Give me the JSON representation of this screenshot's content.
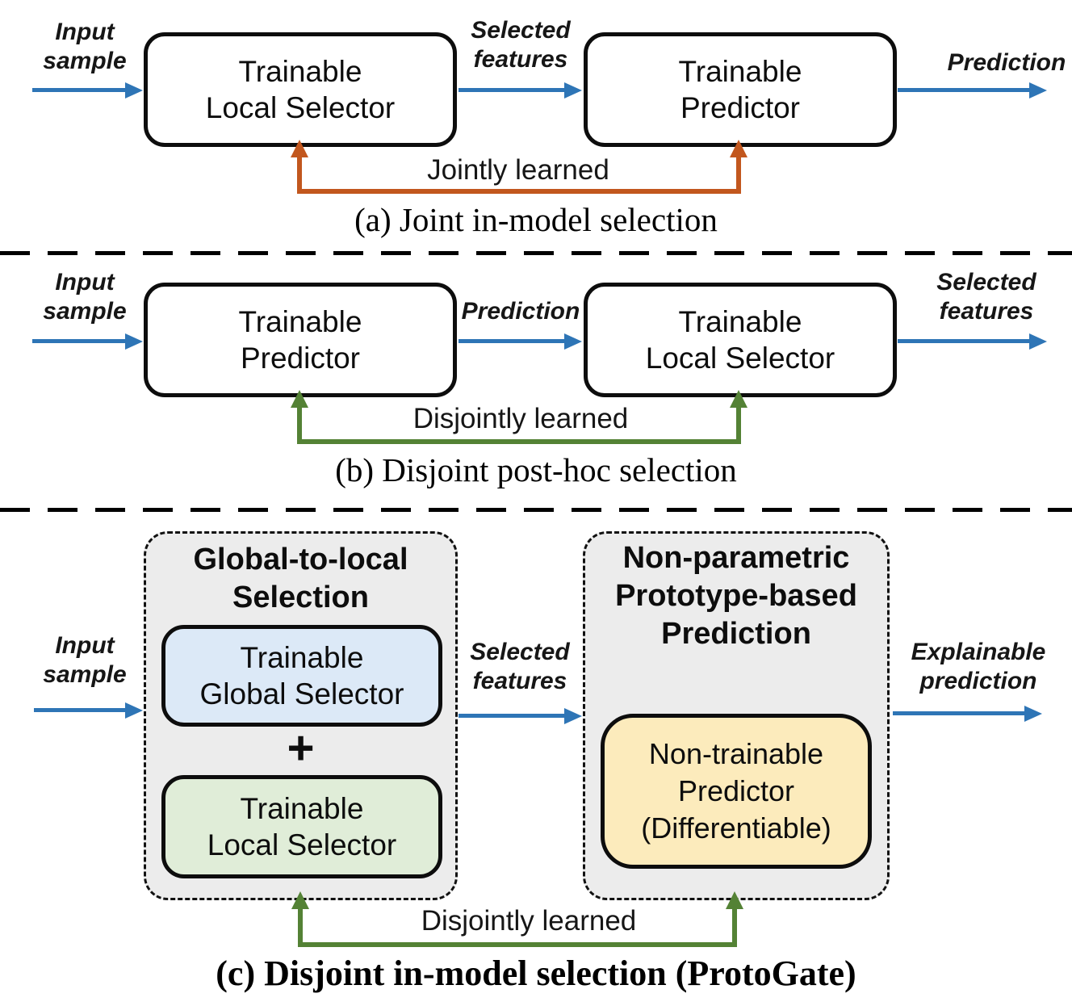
{
  "colors": {
    "arrow_blue": "#2E75B6",
    "loop_orange": "#C2571E",
    "loop_green": "#548235",
    "box_border": "#0D0D0D",
    "container_fill": "#ECECEC",
    "blue_box_fill": "#DCE9F7",
    "green_box_fill": "#E0EDD8",
    "yellow_box_fill": "#FCEBBC"
  },
  "panel_a": {
    "input_label": "Input\nsample",
    "selector_box": "Trainable\nLocal Selector",
    "mid_label": "Selected\nfeatures",
    "predictor_box": "Trainable\nPredictor",
    "output_label": "Prediction",
    "loop_label": "Jointly learned",
    "caption": "(a) Joint in-model selection"
  },
  "panel_b": {
    "input_label": "Input\nsample",
    "predictor_box": "Trainable\nPredictor",
    "mid_label": "Prediction",
    "selector_box": "Trainable\nLocal Selector",
    "output_label": "Selected\nfeatures",
    "loop_label": "Disjointly learned",
    "caption": "(b) Disjoint post-hoc selection"
  },
  "panel_c": {
    "input_label": "Input\nsample",
    "selection_group_title": "Global-to-local\nSelection",
    "global_selector_box": "Trainable\nGlobal Selector",
    "plus": "+",
    "local_selector_box": "Trainable\nLocal Selector",
    "mid_label": "Selected\nfeatures",
    "prediction_group_title": "Non-parametric\nPrototype-based\nPrediction",
    "predictor_box": "Non-trainable\nPredictor\n(Differentiable)",
    "output_label": "Explainable\nprediction",
    "loop_label": "Disjointly learned",
    "caption": "(c) Disjoint in-model selection (ProtoGate)"
  }
}
